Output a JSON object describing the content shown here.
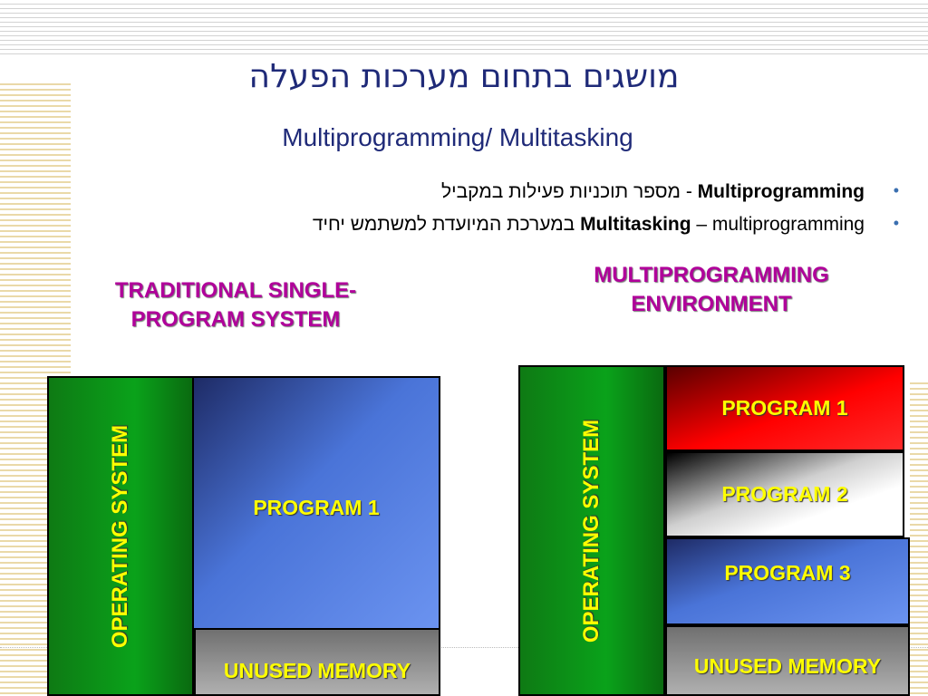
{
  "title": "מושגים בתחום מערכות הפעלה",
  "subtitle": "Multiprogramming/ Multitasking",
  "bullets": [
    {
      "term": "Multiprogramming",
      "text": "- מספר תוכניות פעילות במקביל"
    },
    {
      "term": "Multitasking",
      "text": "– multiprogramming במערכת המיועדת למשתמש יחיד"
    }
  ],
  "left_diagram": {
    "heading": "TRADITIONAL SINGLE-PROGRAM SYSTEM",
    "os_label": "OPERATING SYSTEM",
    "program_label": "PROGRAM 1",
    "unused_label": "UNUSED MEMORY"
  },
  "right_diagram": {
    "heading": "MULTIPROGRAMMING ENVIRONMENT",
    "os_label": "OPERATING SYSTEM",
    "program1_label": "PROGRAM 1",
    "program2_label": "PROGRAM 2",
    "program3_label": "PROGRAM 3",
    "unused_label": "UNUSED MEMORY"
  },
  "colors": {
    "title": "#1f2a78",
    "heading": "#b0009a",
    "label": "#ffff00",
    "os_green": "#0aa21a",
    "program_blue": "#4a74d8",
    "program_red": "#ff0000"
  }
}
